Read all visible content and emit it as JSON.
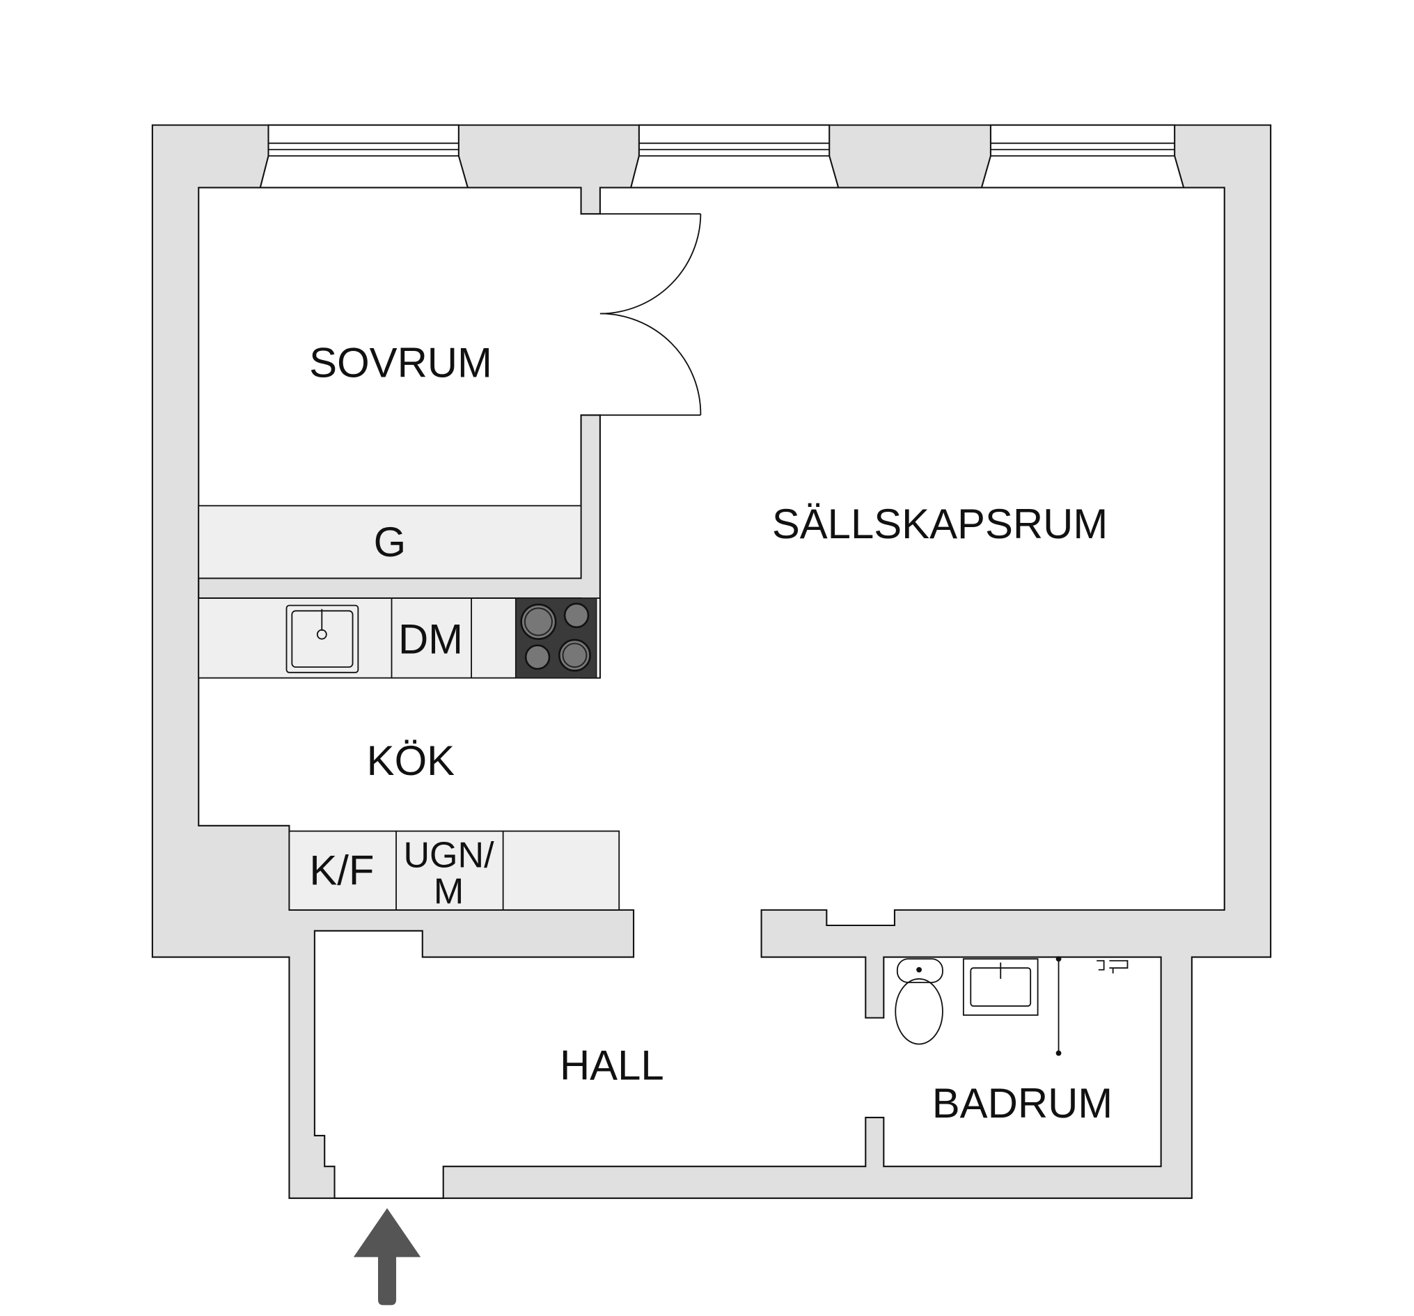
{
  "rooms": {
    "sovrum": "SOVRUM",
    "garderob": "G",
    "sallskapsrum": "SÄLLSKAPSRUM",
    "kok": "KÖK",
    "hall": "HALL",
    "badrum": "BADRUM"
  },
  "appliances": {
    "diskmaskin": "DM",
    "kyl_frys": "K/F",
    "ugn_line1": "UGN/",
    "ugn_line2": "M"
  },
  "colors": {
    "wall": "#e0e0e0",
    "counter": "#efefef",
    "cooktop": "#3a3a3a",
    "arrow": "#555555"
  }
}
